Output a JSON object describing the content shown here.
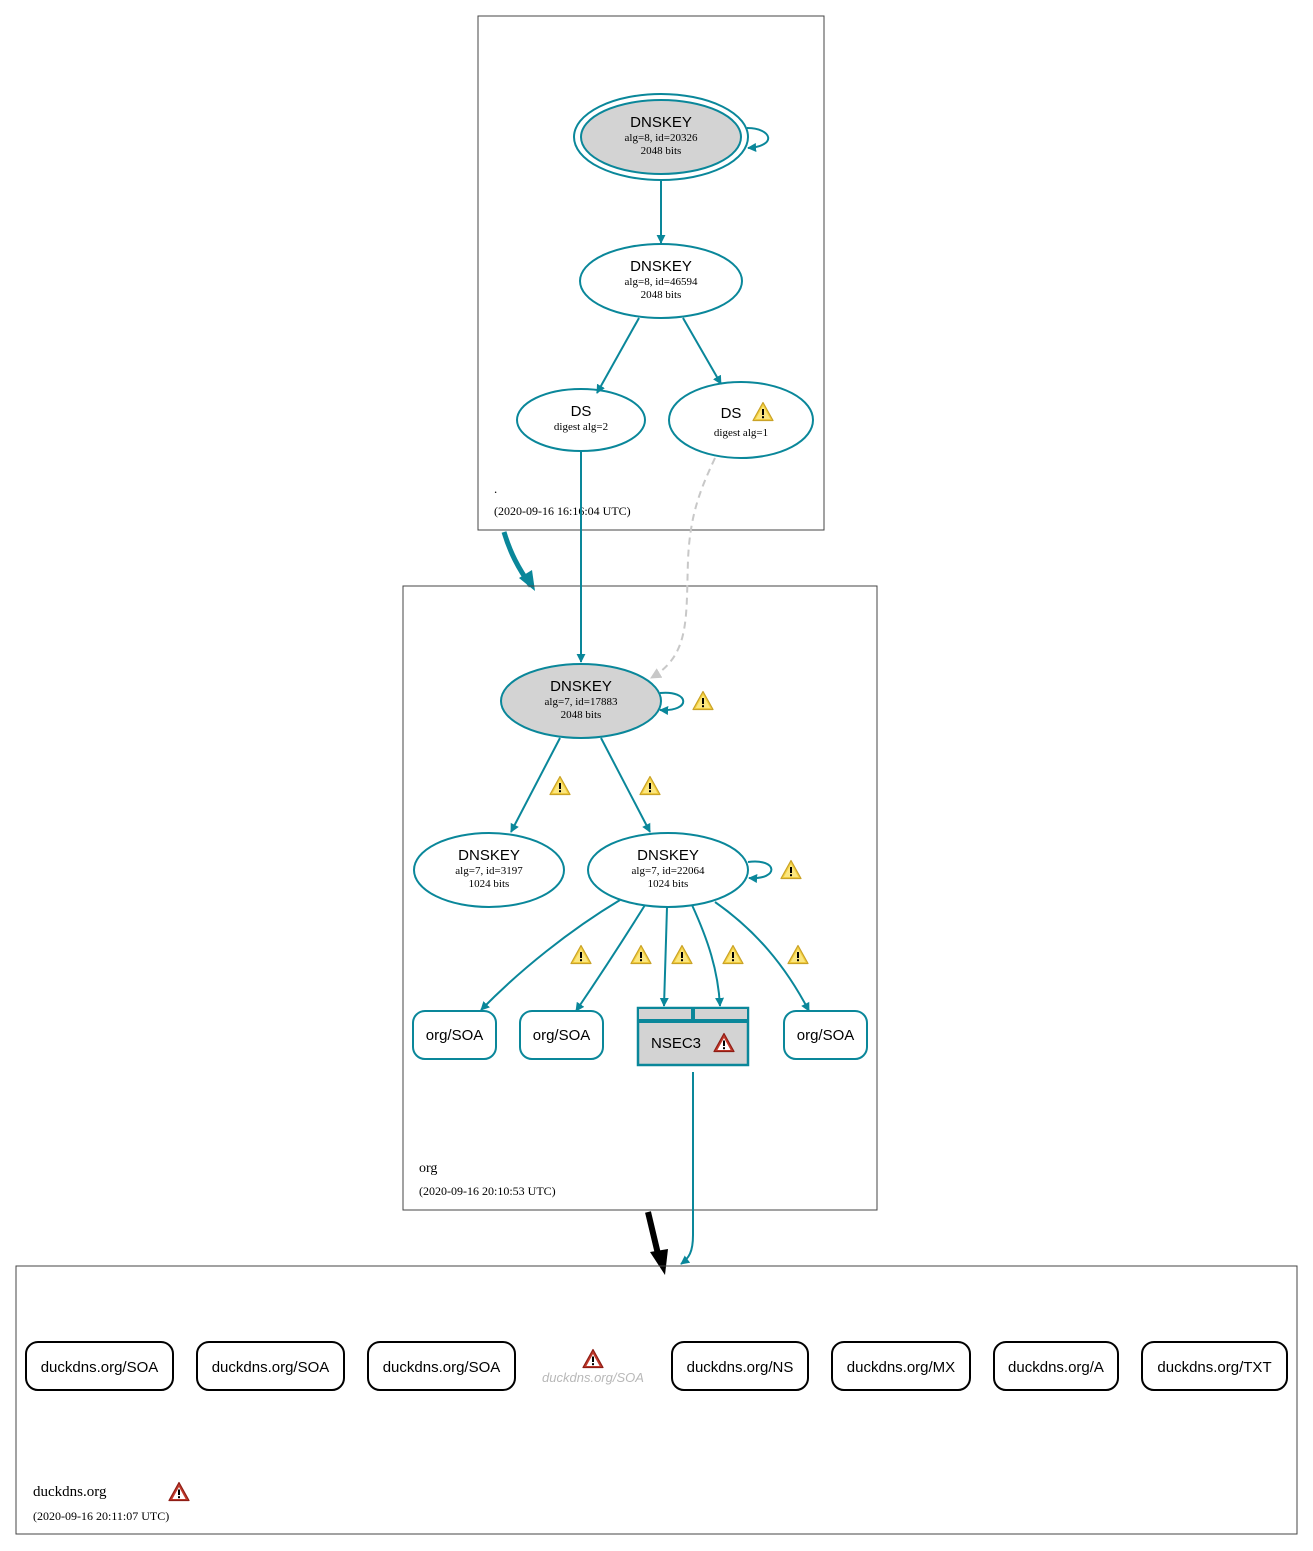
{
  "colors": {
    "teal": "#0a879a",
    "node_fill_gray": "#d3d3d3",
    "zone_border": "#444444",
    "warning_yellow": "#f4d03f",
    "error_red": "#c0392b",
    "dashed_gray": "#c8c8c8",
    "delegation_black": "#000000"
  },
  "zones": {
    "root": {
      "name": ".",
      "timestamp": "(2020-09-16 16:16:04 UTC)",
      "nodes": {
        "ksk": {
          "type": "DNSKEY",
          "line1": "alg=8, id=20326",
          "line2": "2048 bits"
        },
        "zsk": {
          "type": "DNSKEY",
          "line1": "alg=8, id=46594",
          "line2": "2048 bits"
        },
        "ds_a": {
          "type": "DS",
          "line1": "digest alg=2"
        },
        "ds_b": {
          "type": "DS",
          "line1": "digest alg=1",
          "icon": "warning-icon"
        }
      }
    },
    "org": {
      "name": "org",
      "timestamp": "(2020-09-16 20:10:53 UTC)",
      "nodes": {
        "ksk": {
          "type": "DNSKEY",
          "line1": "alg=7, id=17883",
          "line2": "2048 bits",
          "icon": "warning-icon"
        },
        "zsk_a": {
          "type": "DNSKEY",
          "line1": "alg=7, id=3197",
          "line2": "1024 bits"
        },
        "zsk_b": {
          "type": "DNSKEY",
          "line1": "alg=7, id=22064",
          "line2": "1024 bits",
          "icon": "warning-icon"
        },
        "soa_1": {
          "label": "org/SOA"
        },
        "soa_2": {
          "label": "org/SOA"
        },
        "nsec3": {
          "label": "NSEC3",
          "icon": "error-icon"
        },
        "soa_3": {
          "label": "org/SOA"
        }
      }
    },
    "duckdns": {
      "name": "duckdns.org",
      "timestamp": "(2020-09-16 20:11:07 UTC)",
      "icon": "error-icon",
      "records": [
        {
          "label": "duckdns.org/SOA"
        },
        {
          "label": "duckdns.org/SOA"
        },
        {
          "label": "duckdns.org/SOA"
        },
        {
          "label": "duckdns.org/SOA",
          "ghost": true,
          "icon": "error-icon"
        },
        {
          "label": "duckdns.org/NS"
        },
        {
          "label": "duckdns.org/MX"
        },
        {
          "label": "duckdns.org/A"
        },
        {
          "label": "duckdns.org/TXT"
        }
      ]
    }
  }
}
